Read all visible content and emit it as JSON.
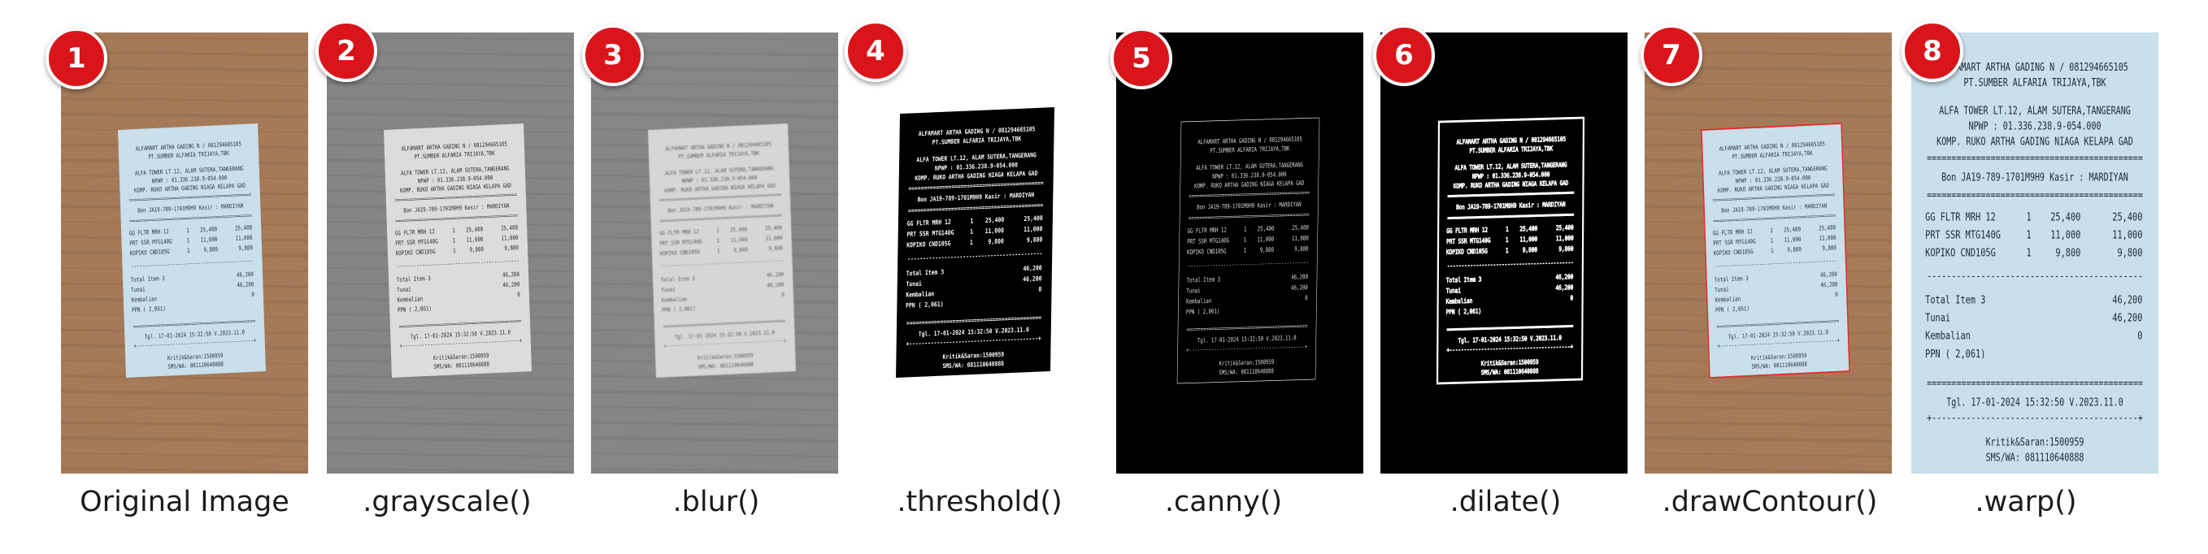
{
  "steps": [
    {
      "number": "1",
      "caption": "Original Image"
    },
    {
      "number": "2",
      "caption": ".grayscale()"
    },
    {
      "number": "3",
      "caption": ".blur()"
    },
    {
      "number": "4",
      "caption": ".threshold()"
    },
    {
      "number": "5",
      "caption": ".canny()"
    },
    {
      "number": "6",
      "caption": ".dilate()"
    },
    {
      "number": "7",
      "caption": ".drawContour()"
    },
    {
      "number": "8",
      "caption": ".warp()"
    }
  ],
  "receipt": {
    "header": [
      "ALFAMART ARTHA GADING N / 081294665105",
      "PT.SUMBER ALFARIA TRIJAYA,TBK"
    ],
    "address": [
      "ALFA TOWER LT.12, ALAM SUTERA,TANGERANG",
      "NPWP : 01.336.238.9-054.000",
      "KOMP. RUKO ARTHA GADING NIAGA KELAPA GAD"
    ],
    "bon_line": "Bon   JA19-789-1701M9H9 Kasir : MARDIYAN",
    "items": [
      {
        "name": "GG FLTR MRH 12",
        "qty": "1",
        "price": "25,400",
        "total": "25,400"
      },
      {
        "name": "PRT SSR MTG140G",
        "qty": "1",
        "price": "11,000",
        "total": "11,000"
      },
      {
        "name": "KOPIKO CND105G",
        "qty": "1",
        "price": "9,800",
        "total": "9,800"
      }
    ],
    "totals": [
      {
        "label": "Total Item    3",
        "value": "46,200"
      },
      {
        "label": "Tunai",
        "value": "46,200"
      },
      {
        "label": "Kembalian",
        "value": "0"
      },
      {
        "label": "PPN  (     2,061)",
        "value": ""
      }
    ],
    "date_line": "Tgl.  17-01-2024  15:32:50  V.2023.11.0",
    "footer": [
      "Kritik&Saran:1500959",
      "SMS/WA: 081110640888"
    ]
  },
  "colors": {
    "badge": "#d9151b",
    "wood": "#a57a58",
    "paper": "#c9dfeb",
    "contour": "#e32b2b"
  }
}
